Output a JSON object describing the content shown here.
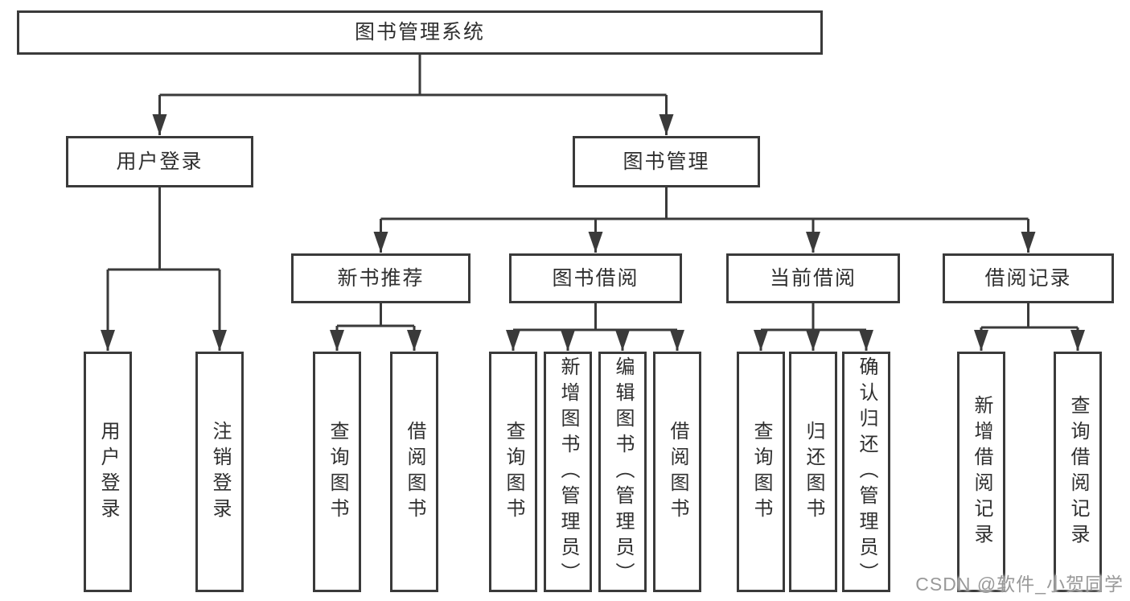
{
  "tree": {
    "root": {
      "label": "图书管理系统"
    },
    "children": [
      {
        "label": "用户登录",
        "children": [
          {
            "label": "用户登录"
          },
          {
            "label": "注销登录"
          }
        ]
      },
      {
        "label": "图书管理",
        "children": [
          {
            "label": "新书推荐",
            "children": [
              {
                "label": "查询图书"
              },
              {
                "label": "借阅图书"
              }
            ]
          },
          {
            "label": "图书借阅",
            "children": [
              {
                "label": "查询图书"
              },
              {
                "label": "新增图书（管理员）"
              },
              {
                "label": "编辑图书（管理员）"
              },
              {
                "label": "借阅图书"
              }
            ]
          },
          {
            "label": "当前借阅",
            "children": [
              {
                "label": "查询图书"
              },
              {
                "label": "归还图书"
              },
              {
                "label": "确认归还（管理员）"
              }
            ]
          },
          {
            "label": "借阅记录",
            "children": [
              {
                "label": "新增借阅记录"
              },
              {
                "label": "查询借阅记录"
              }
            ]
          }
        ]
      }
    ]
  },
  "watermark": {
    "text": "CSDN @软件_小贺同学"
  },
  "colors": {
    "line": "#3a3a3a",
    "box_border": "#3a3a3a",
    "label_text": "#2f2f2f",
    "watermark": "#999999",
    "background": "#ffffff"
  }
}
